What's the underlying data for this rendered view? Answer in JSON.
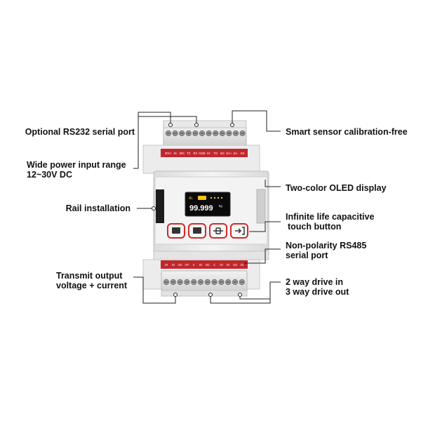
{
  "labels": {
    "rs232": "Optional RS232 serial port",
    "power_line1": "Wide power input range",
    "power_line2": "12~30V DC",
    "rail": "Rail installation",
    "transmit_line1": "Transmit output",
    "transmit_line2": "voltage + current",
    "smart_sensor": "Smart sensor calibration-free",
    "oled": "Two-color OLED display",
    "touch_line1": "Infinite life capacitive",
    "touch_line2": "touch button",
    "rs485_line1": "Non-polarity RS485",
    "rs485_line2": "serial port",
    "drive_line1": "2 way drive in",
    "drive_line2": "3 way drive out"
  },
  "device": {
    "display_reading": "99.999",
    "display_unit": "kg",
    "display_mode": "AL",
    "top_terminal_labels": [
      "30V+",
      "IN",
      "30C",
      "TX",
      "RX",
      "GND",
      "SI-",
      "TO",
      "SG",
      "SA+",
      "SA-",
      "SS"
    ],
    "bottom_terminal_labels": [
      "OI",
      "IO",
      "OC",
      "OT",
      "II",
      "IO",
      "OC",
      "C",
      "OI",
      "IO",
      "O2",
      "OI"
    ]
  },
  "colors": {
    "terminal_band": "#c0272d",
    "oled_text": "#ffffff",
    "oled_accent": "#f2c21b",
    "button_ring": "#d02a2a",
    "leader_line": "#222222"
  }
}
